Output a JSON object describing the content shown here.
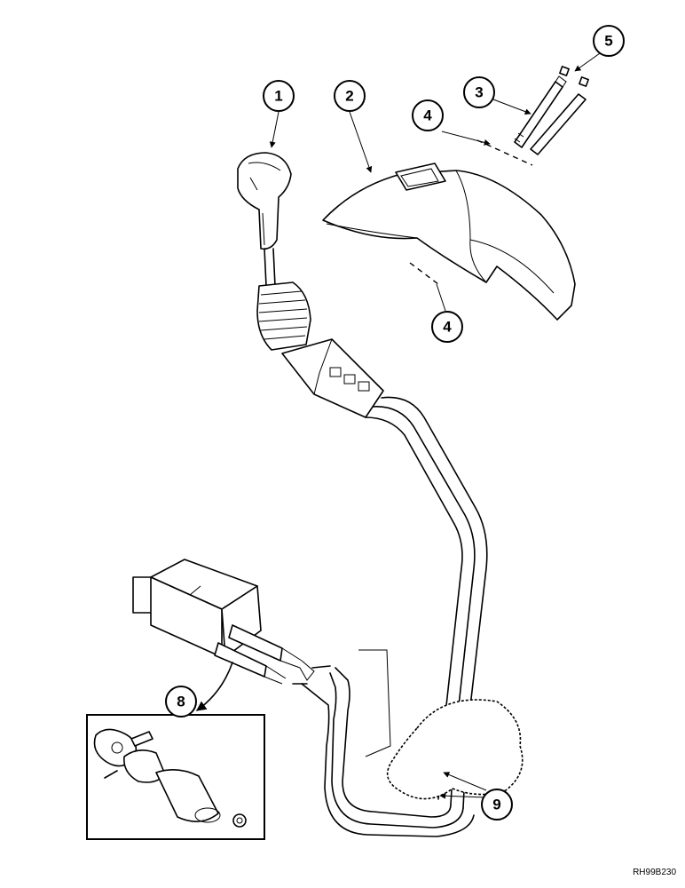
{
  "callouts": [
    {
      "label": "1"
    },
    {
      "label": "2"
    },
    {
      "label": "3"
    },
    {
      "label": "4"
    },
    {
      "label": "4"
    },
    {
      "label": "5"
    },
    {
      "label": "8"
    },
    {
      "label": "9"
    }
  ],
  "reference_code": "RH99B230"
}
